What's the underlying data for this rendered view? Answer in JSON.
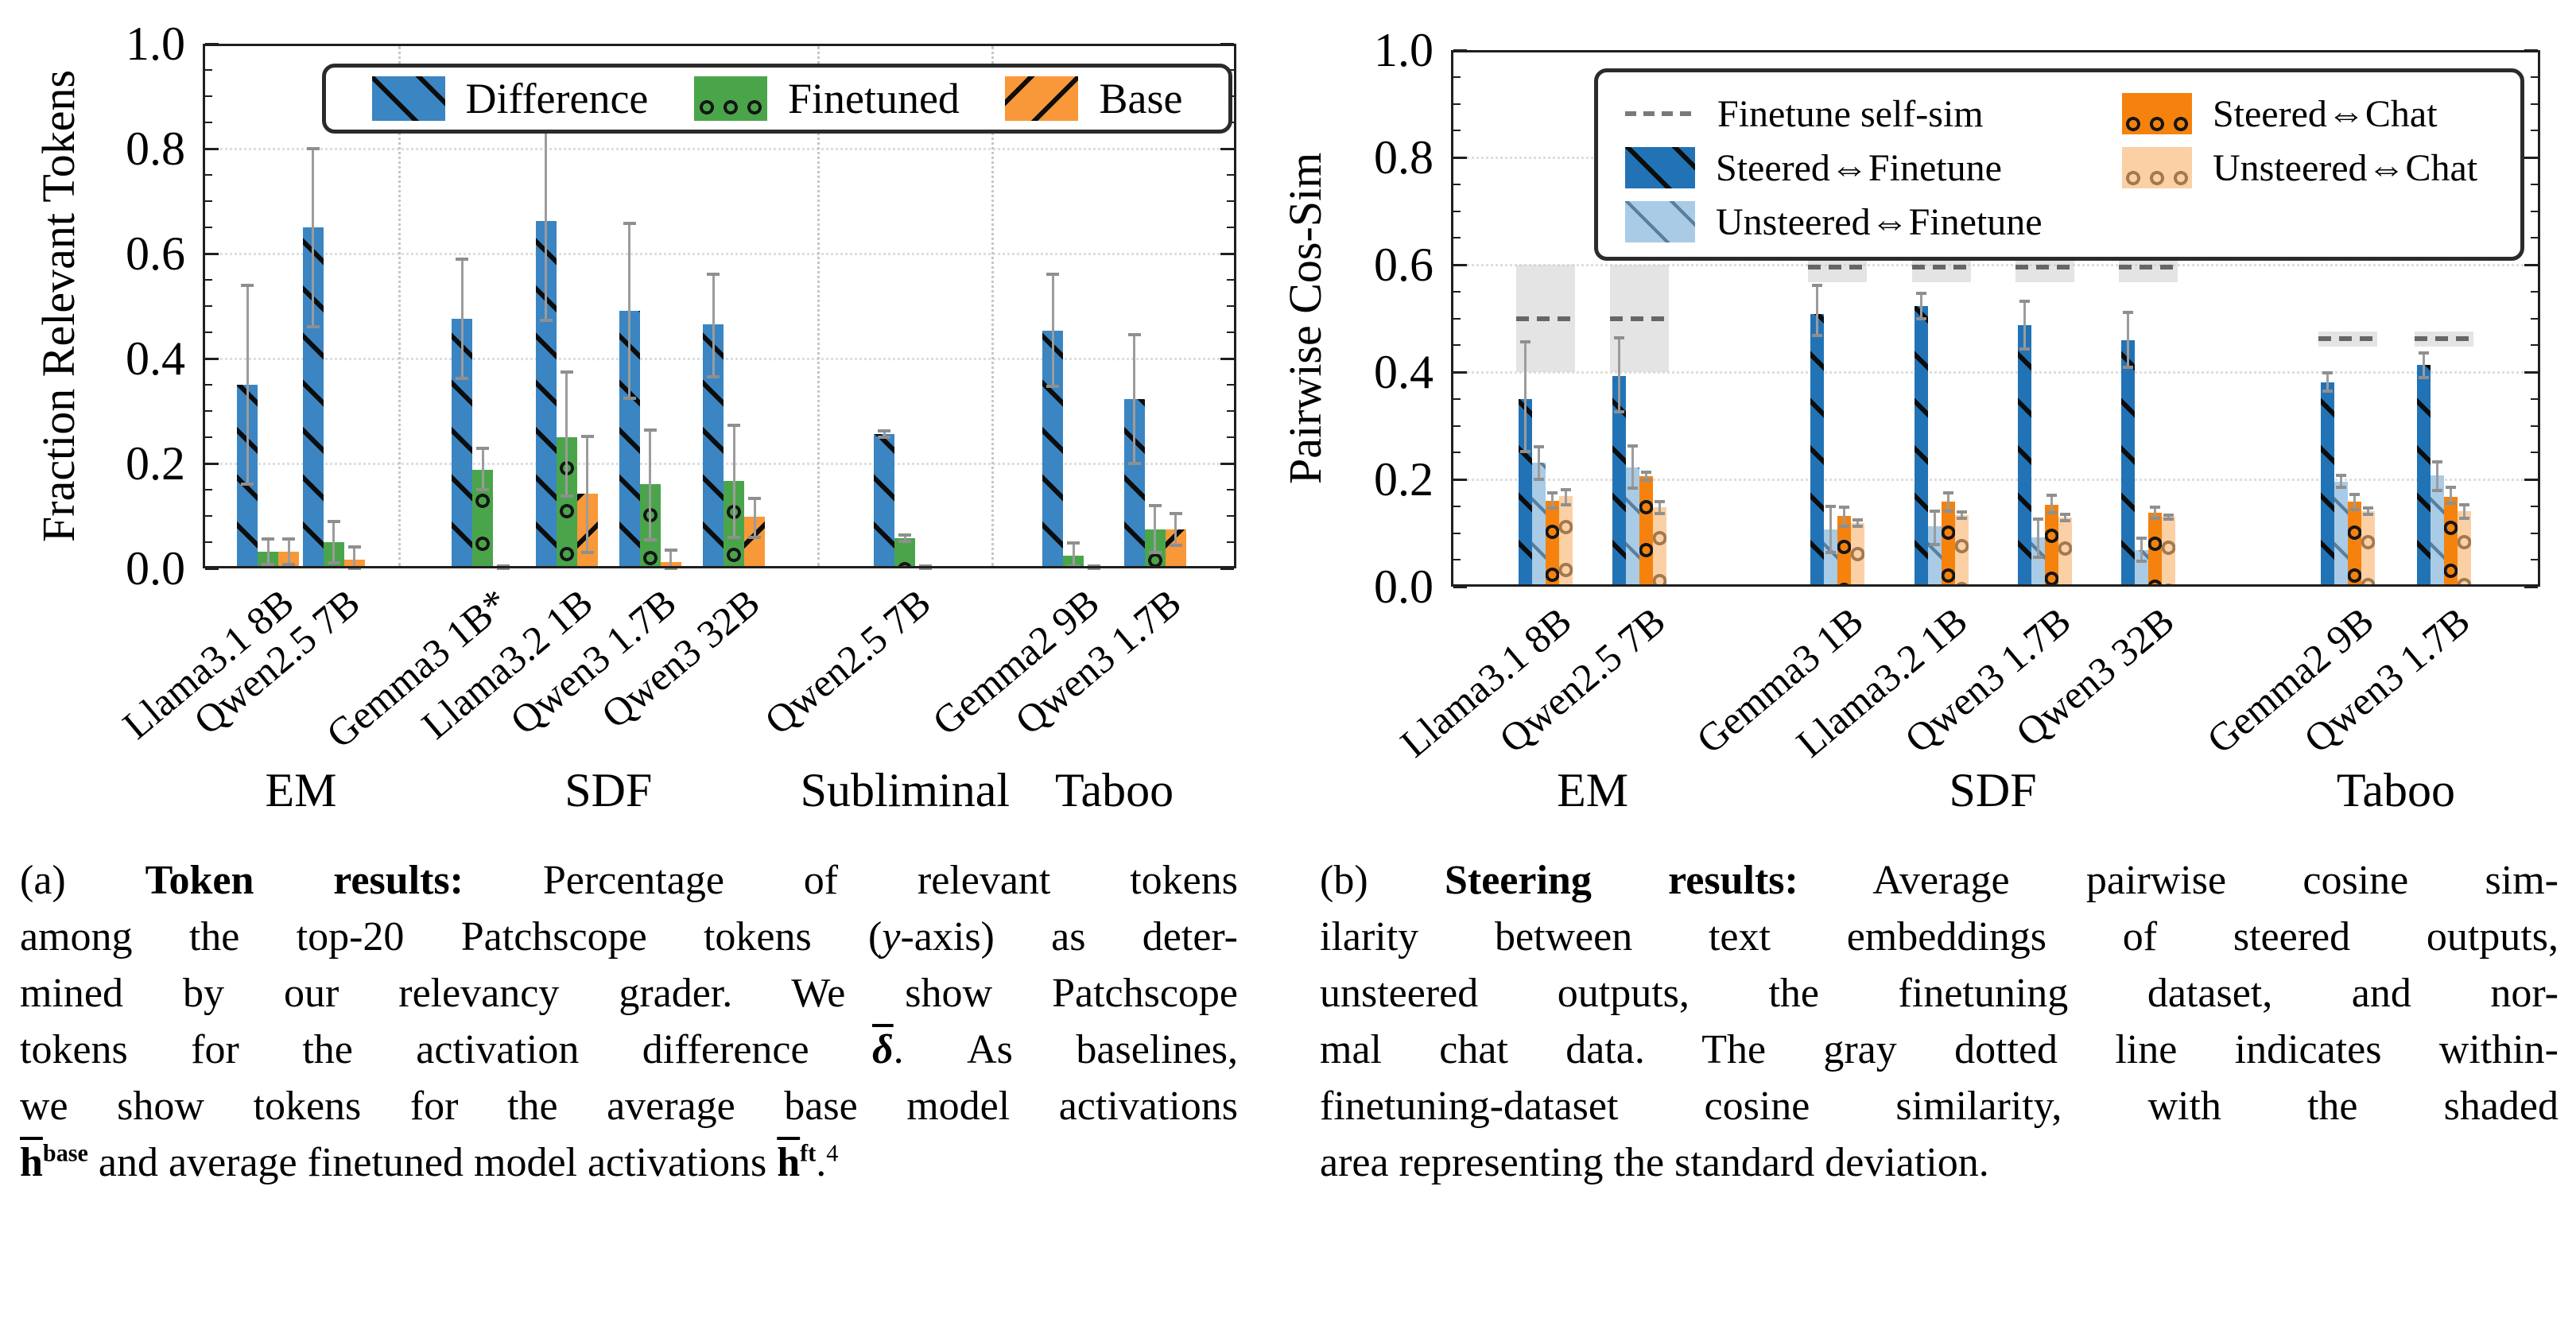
{
  "chart_data": [
    {
      "type": "bar",
      "panel": "a",
      "ylabel": "Fraction Relevant Tokens",
      "ylim": [
        0.0,
        1.0
      ],
      "yticks": [
        "0.0",
        "0.2",
        "0.4",
        "0.6",
        "0.8",
        "1.0"
      ],
      "grid": "dotted horizontal at 0.2 steps, dotted vertical group separators",
      "legend_position": "upper center-right inside",
      "series": [
        {
          "name": "Difference",
          "color": "#3a85c2",
          "hatch": "slash-dark"
        },
        {
          "name": "Finetuned",
          "color": "#4aa54a",
          "hatch": "dots-dark"
        },
        {
          "name": "Base",
          "color": "#f99838",
          "hatch": "backslash-dark"
        }
      ],
      "groups": [
        {
          "label": "EM",
          "models": [
            {
              "label": "Llama3.1 8B",
              "bars": [
                [
                  0.35,
                  0.16,
                  0.54
                ],
                [
                  0.032,
                  0.008,
                  0.056
                ],
                [
                  0.032,
                  0.008,
                  0.056
                ]
              ]
            },
            {
              "label": "Qwen2.5 7B",
              "bars": [
                [
                  0.65,
                  0.46,
                  0.8
                ],
                [
                  0.05,
                  0.01,
                  0.09
                ],
                [
                  0.016,
                  0.0,
                  0.041
                ]
              ]
            }
          ]
        },
        {
          "label": "SDF",
          "models": [
            {
              "label": "Gemma3 1B*",
              "bars": [
                [
                  0.476,
                  0.362,
                  0.59
                ],
                [
                  0.188,
                  0.15,
                  0.229
                ],
                [
                  0.002,
                  0.0,
                  0.005
                ]
              ]
            },
            {
              "label": "Llama3.2 1B",
              "bars": [
                [
                  0.662,
                  0.473,
                  0.85
                ],
                [
                  0.25,
                  0.138,
                  0.374
                ],
                [
                  0.142,
                  0.03,
                  0.252
                ]
              ]
            },
            {
              "label": "Qwen3 1.7B",
              "bars": [
                [
                  0.491,
                  0.324,
                  0.657
                ],
                [
                  0.16,
                  0.055,
                  0.264
                ],
                [
                  0.012,
                  0.0,
                  0.035
                ]
              ]
            },
            {
              "label": "Qwen3 32B",
              "bars": [
                [
                  0.465,
                  0.365,
                  0.56
                ],
                [
                  0.167,
                  0.059,
                  0.272
                ],
                [
                  0.099,
                  0.059,
                  0.134
                ]
              ]
            }
          ]
        },
        {
          "label": "Subliminal",
          "models": [
            {
              "label": "Qwen2.5 7B",
              "bars": [
                [
                  0.256,
                  0.25,
                  0.262
                ],
                [
                  0.057,
                  0.051,
                  0.063
                ],
                [
                  0.002,
                  0.0,
                  0.005
                ]
              ]
            }
          ]
        },
        {
          "label": "Taboo",
          "models": [
            {
              "label": "Gemma2 9B",
              "bars": [
                [
                  0.453,
                  0.347,
                  0.56
                ],
                [
                  0.024,
                  0.004,
                  0.048
                ],
                [
                  0.002,
                  0.0,
                  0.005
                ]
              ]
            },
            {
              "label": "Qwen3 1.7B",
              "bars": [
                [
                  0.322,
                  0.2,
                  0.445
                ],
                [
                  0.074,
                  0.03,
                  0.12
                ],
                [
                  0.074,
                  0.044,
                  0.105
                ]
              ]
            }
          ]
        }
      ]
    },
    {
      "type": "bar",
      "panel": "b",
      "ylabel": "Pairwise Cos-Sim",
      "ylim": [
        0.0,
        1.0
      ],
      "yticks": [
        "0.0",
        "0.2",
        "0.4",
        "0.6",
        "0.8",
        "1.0"
      ],
      "grid": "dotted horizontal at 0.2 steps",
      "legend_position": "upper center-right inside, two columns",
      "selfsim_legend": {
        "name": "Finetune self-sim",
        "style": "gray dashed line with shaded std band"
      },
      "series": [
        {
          "name": "Steered⇔Finetune",
          "color": "#2273b6",
          "hatch": "slash-dark"
        },
        {
          "name": "Unsteered⇔Finetune",
          "color": "#a9cbe6",
          "hatch": "slash-light"
        },
        {
          "name": "Steered⇔Chat",
          "color": "#f5820d",
          "hatch": "dots-dark"
        },
        {
          "name": "Unsteered⇔Chat",
          "color": "#fbd0a4",
          "hatch": "dots-light"
        }
      ],
      "groups": [
        {
          "label": "EM",
          "models": [
            {
              "label": "Llama3.1 8B",
              "selfsim": {
                "mean": 0.5,
                "band": [
                  0.4,
                  0.6
                ]
              },
              "bars": [
                [
                  0.35,
                  0.252,
                  0.456
                ],
                [
                  0.231,
                  0.2,
                  0.261
                ],
                [
                  0.16,
                  0.147,
                  0.175
                ],
                [
                  0.169,
                  0.153,
                  0.181
                ]
              ]
            },
            {
              "label": "Qwen2.5 7B",
              "selfsim": {
                "mean": 0.5,
                "band": [
                  0.4,
                  0.6
                ]
              },
              "bars": [
                [
                  0.392,
                  0.326,
                  0.464
                ],
                [
                  0.222,
                  0.184,
                  0.262
                ],
                [
                  0.206,
                  0.198,
                  0.214
                ],
                [
                  0.148,
                  0.136,
                  0.159
                ]
              ]
            }
          ]
        },
        {
          "label": "SDF",
          "models": [
            {
              "label": "Gemma3 1B",
              "selfsim": {
                "mean": 0.595,
                "band": [
                  0.568,
                  0.622
                ]
              },
              "bars": [
                [
                  0.508,
                  0.468,
                  0.561
                ],
                [
                  0.107,
                  0.064,
                  0.149
                ],
                [
                  0.132,
                  0.113,
                  0.148
                ],
                [
                  0.118,
                  0.112,
                  0.124
                ]
              ]
            },
            {
              "label": "Llama3.2 1B",
              "selfsim": {
                "mean": 0.595,
                "band": [
                  0.568,
                  0.622
                ]
              },
              "bars": [
                [
                  0.523,
                  0.5,
                  0.546
                ],
                [
                  0.112,
                  0.079,
                  0.141
                ],
                [
                  0.159,
                  0.141,
                  0.175
                ],
                [
                  0.134,
                  0.128,
                  0.14
                ]
              ]
            },
            {
              "label": "Qwen3 1.7B",
              "selfsim": {
                "mean": 0.595,
                "band": [
                  0.568,
                  0.622
                ]
              },
              "bars": [
                [
                  0.488,
                  0.443,
                  0.532
                ],
                [
                  0.092,
                  0.055,
                  0.126
                ],
                [
                  0.153,
                  0.138,
                  0.17
                ],
                [
                  0.129,
                  0.123,
                  0.135
                ]
              ]
            },
            {
              "label": "Qwen3 32B",
              "selfsim": {
                "mean": 0.595,
                "band": [
                  0.568,
                  0.622
                ]
              },
              "bars": [
                [
                  0.459,
                  0.409,
                  0.511
                ],
                [
                  0.068,
                  0.048,
                  0.09
                ],
                [
                  0.138,
                  0.128,
                  0.148
                ],
                [
                  0.13,
                  0.126,
                  0.134
                ]
              ]
            }
          ]
        },
        {
          "label": "Taboo",
          "models": [
            {
              "label": "Gemma2 9B",
              "selfsim": {
                "mean": 0.462,
                "band": [
                  0.447,
                  0.476
                ]
              },
              "bars": [
                [
                  0.381,
                  0.364,
                  0.399
                ],
                [
                  0.196,
                  0.185,
                  0.207
                ],
                [
                  0.158,
                  0.143,
                  0.172
                ],
                [
                  0.141,
                  0.135,
                  0.147
                ]
              ]
            },
            {
              "label": "Qwen3 1.7B",
              "selfsim": {
                "mean": 0.462,
                "band": [
                  0.447,
                  0.476
                ]
              },
              "bars": [
                [
                  0.413,
                  0.39,
                  0.436
                ],
                [
                  0.207,
                  0.179,
                  0.233
                ],
                [
                  0.168,
                  0.155,
                  0.185
                ],
                [
                  0.141,
                  0.127,
                  0.153
                ]
              ]
            }
          ]
        }
      ]
    }
  ],
  "captions": {
    "a": {
      "lines": [
        [
          {
            "t": "(a) "
          },
          {
            "t": "Token results:",
            "s": "b"
          },
          {
            "t": "  Percentage of relevant tokens"
          }
        ],
        [
          {
            "t": "among the top-20 Patchscope tokens ("
          },
          {
            "t": "y",
            "s": "i"
          },
          {
            "t": "-axis) as deter-"
          }
        ],
        [
          {
            "t": "mined by our relevancy grader. We show Patchscope"
          }
        ],
        [
          {
            "t": "tokens for the activation difference "
          },
          {
            "t": "δ",
            "s": "b i ov"
          },
          {
            "t": ".  As baselines,"
          }
        ],
        [
          {
            "t": "we show tokens for the average base model activations"
          }
        ],
        [
          {
            "t": "h",
            "s": "b ov"
          },
          {
            "t": "base",
            "s": "b sup"
          },
          {
            "t": " and average finetuned model activations "
          },
          {
            "t": "h",
            "s": "b ov"
          },
          {
            "t": "ft",
            "s": "b sup"
          },
          {
            "t": "."
          },
          {
            "t": "4",
            "s": "sup"
          }
        ]
      ]
    },
    "b": {
      "lines": [
        [
          {
            "t": "(b) "
          },
          {
            "t": "Steering results:",
            "s": "b"
          },
          {
            "t": "  Average pairwise cosine sim-"
          }
        ],
        [
          {
            "t": "ilarity between text embeddings of steered outputs,"
          }
        ],
        [
          {
            "t": "unsteered outputs, the finetuning dataset, and nor-"
          }
        ],
        [
          {
            "t": "mal chat data. The gray dotted line indicates within-"
          }
        ],
        [
          {
            "t": "finetuning-dataset cosine similarity, with the shaded"
          }
        ],
        [
          {
            "t": "area representing the standard deviation."
          }
        ]
      ]
    }
  }
}
